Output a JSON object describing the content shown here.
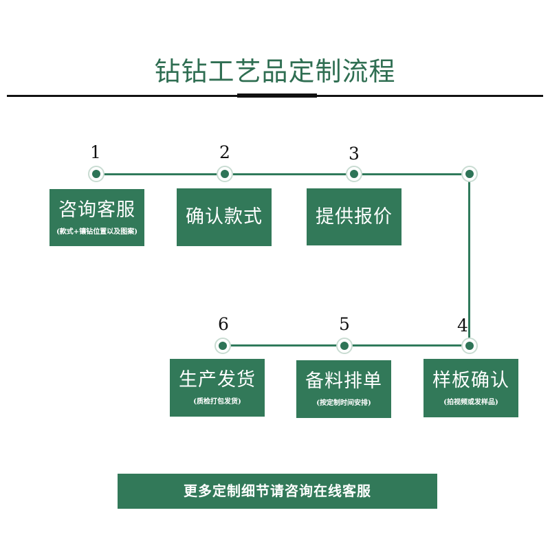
{
  "title": "钻钻工艺品定制流程",
  "steps": [
    {
      "number": "1",
      "title": "咨询客服",
      "subtitle": "(款式+镶钻位置以及图案)"
    },
    {
      "number": "2",
      "title": "确认款式",
      "subtitle": ""
    },
    {
      "number": "3",
      "title": "提供报价",
      "subtitle": ""
    },
    {
      "number": "4",
      "title": "样板确认",
      "subtitle": "(拍视频或发样品)"
    },
    {
      "number": "5",
      "title": "备料排单",
      "subtitle": "(按定制时间安排)"
    },
    {
      "number": "6",
      "title": "生产发货",
      "subtitle": "(质检打包发货)"
    }
  ],
  "footer": {
    "label": "更多定制细节请咨询在线客服"
  },
  "colors": {
    "primary_green": "#327959",
    "title_green": "#2f6e52",
    "line_green": "#2f7a5b"
  }
}
